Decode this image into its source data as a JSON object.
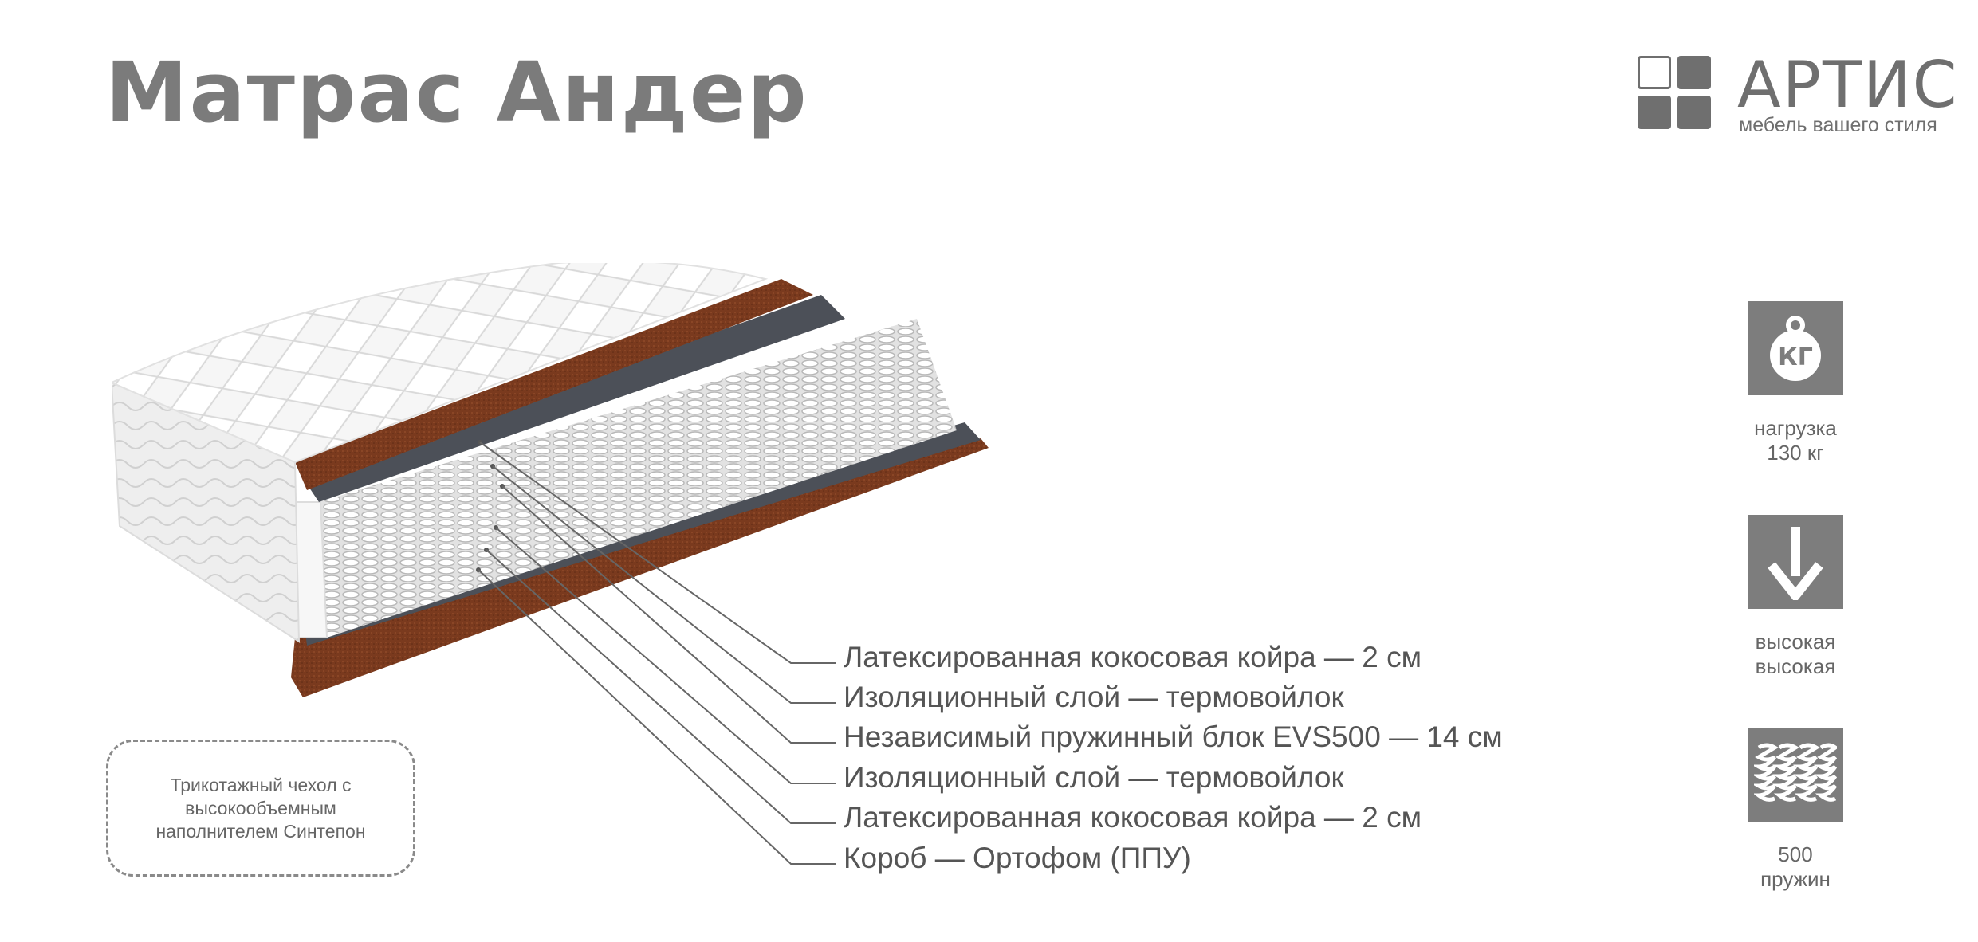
{
  "page": {
    "title": "Матрас Андер"
  },
  "brand": {
    "name": "АРТИС",
    "tagline": "мебель вашего стиля",
    "color": "#6f6f6f"
  },
  "layers": [
    "Латексированная кокосовая койра — 2 см",
    "Изоляционный слой — термовойлок",
    "Независимый пружинный блок EVS500 — 14 см",
    "Изоляционный слой — термовойлок",
    "Латексированная кокосовая койра — 2 см",
    "Короб — Ортофом (ППУ)"
  ],
  "cover_note": "Трикотажный чехол с\nвысокообъемным\nнаполнителем Синтепон",
  "specs": [
    {
      "icon": "weight-icon",
      "icon_text": "КГ",
      "label_line1": "нагрузка",
      "label_line2": "130 кг"
    },
    {
      "icon": "arrow-down-icon",
      "label_line1": "высокая",
      "label_line2": "высокая"
    },
    {
      "icon": "spring-icon",
      "label_line1": "500",
      "label_line2": "пружин"
    }
  ],
  "colors": {
    "coir": "#7a3a1e",
    "felt": "#4c5058",
    "cover": "#f3f3f3",
    "icon_bg": "#7d7d7d",
    "text": "#555555"
  }
}
